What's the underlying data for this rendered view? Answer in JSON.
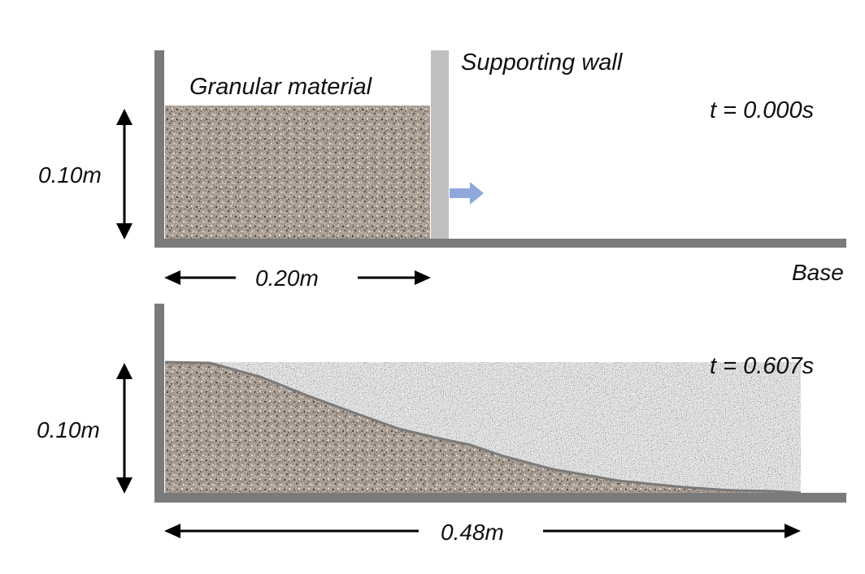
{
  "top_panel": {
    "material_label": "Granular material",
    "wall_label": "Supporting wall",
    "time_label": "t = 0.000s",
    "height_label": "0.10m",
    "width_label": "0.20m"
  },
  "base_label": "Base",
  "bottom_panel": {
    "time_label": "t = 0.607s",
    "height_label": "0.10m",
    "runout_label": "0.48m"
  },
  "colors": {
    "structure": "#7a7a7a",
    "supporting_wall": "#c0c0c0",
    "motion_arrow": "#8fa8dc",
    "granular_base": "#a89a8e",
    "dimension_arrow": "#000000"
  },
  "icons": {
    "motion": "arrow-right-icon",
    "dimension": "double-headed-arrow-icon"
  }
}
